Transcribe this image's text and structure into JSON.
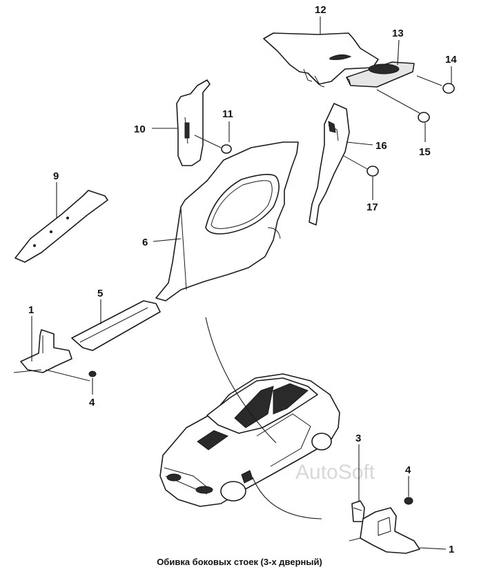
{
  "caption": "Обивка боковых стоек (3-х дверный)",
  "watermark": "AutoSoft",
  "callouts": {
    "c1a": "1",
    "c1b": "1",
    "c3": "3",
    "c4a": "4",
    "c4b": "4",
    "c5": "5",
    "c6": "6",
    "c9": "9",
    "c10": "10",
    "c11": "11",
    "c12": "12",
    "c13": "13",
    "c14": "14",
    "c15": "15",
    "c16": "16",
    "c17": "17"
  }
}
